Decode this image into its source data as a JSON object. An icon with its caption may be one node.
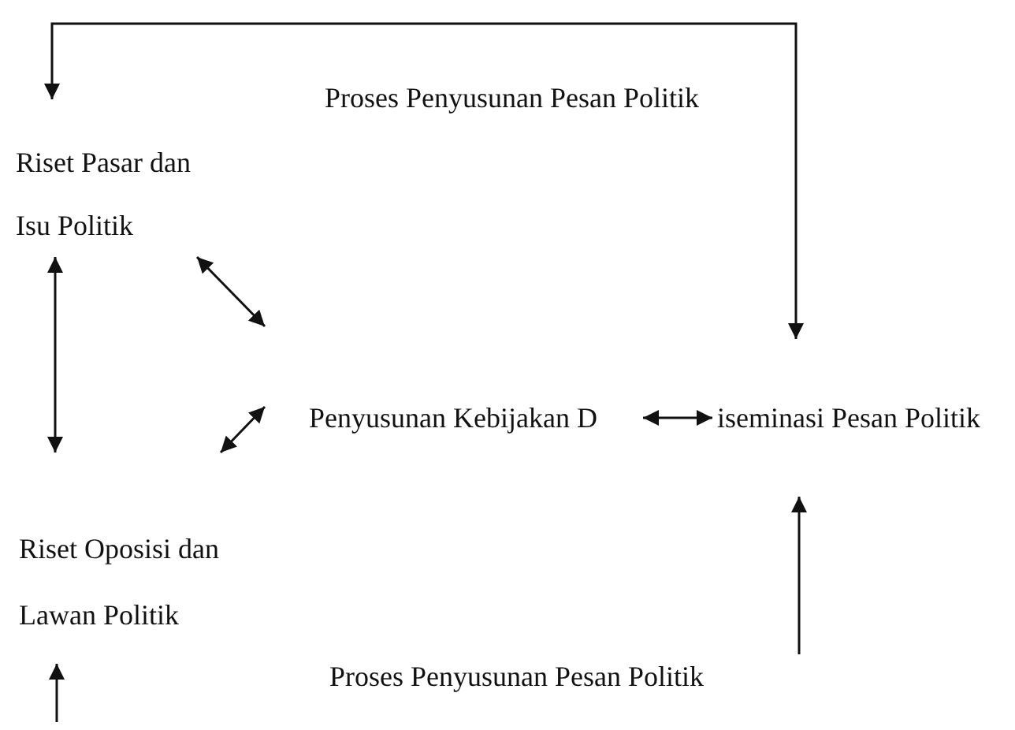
{
  "diagram": {
    "nodes": [
      {
        "text": [
          "Riset Pasar dan Isu Politik"
        ]
      },
      {
        "text": [
          "Penyusunan Kebijakan D"
        ]
      },
      {
        "text": [
          "iseminasi Pesan Politik"
        ]
      },
      {
        "text": [
          "Riset Oposisi dan Lawan Politik"
        ]
      }
    ],
    "edges": [
      {
        "from": 0,
        "to": 2,
        "arrow": "both"
      },
      {
        "from": 0,
        "to": 1,
        "arrow": "both"
      },
      {
        "from": 0,
        "to": 3,
        "arrow": "both"
      },
      {
        "from": 3,
        "to": 1,
        "arrow": "both"
      },
      {
        "from": 1,
        "to": 2,
        "arrow": "both"
      },
      {
        "from": null,
        "to": 2,
        "arrow": "to"
      },
      {
        "from": null,
        "to": 3,
        "arrow": "to"
      }
    ],
    "labels": [
      "Proses Penyusunan Pesan Politik",
      "Proses Penyusunan Pesan Politik"
    ]
  }
}
